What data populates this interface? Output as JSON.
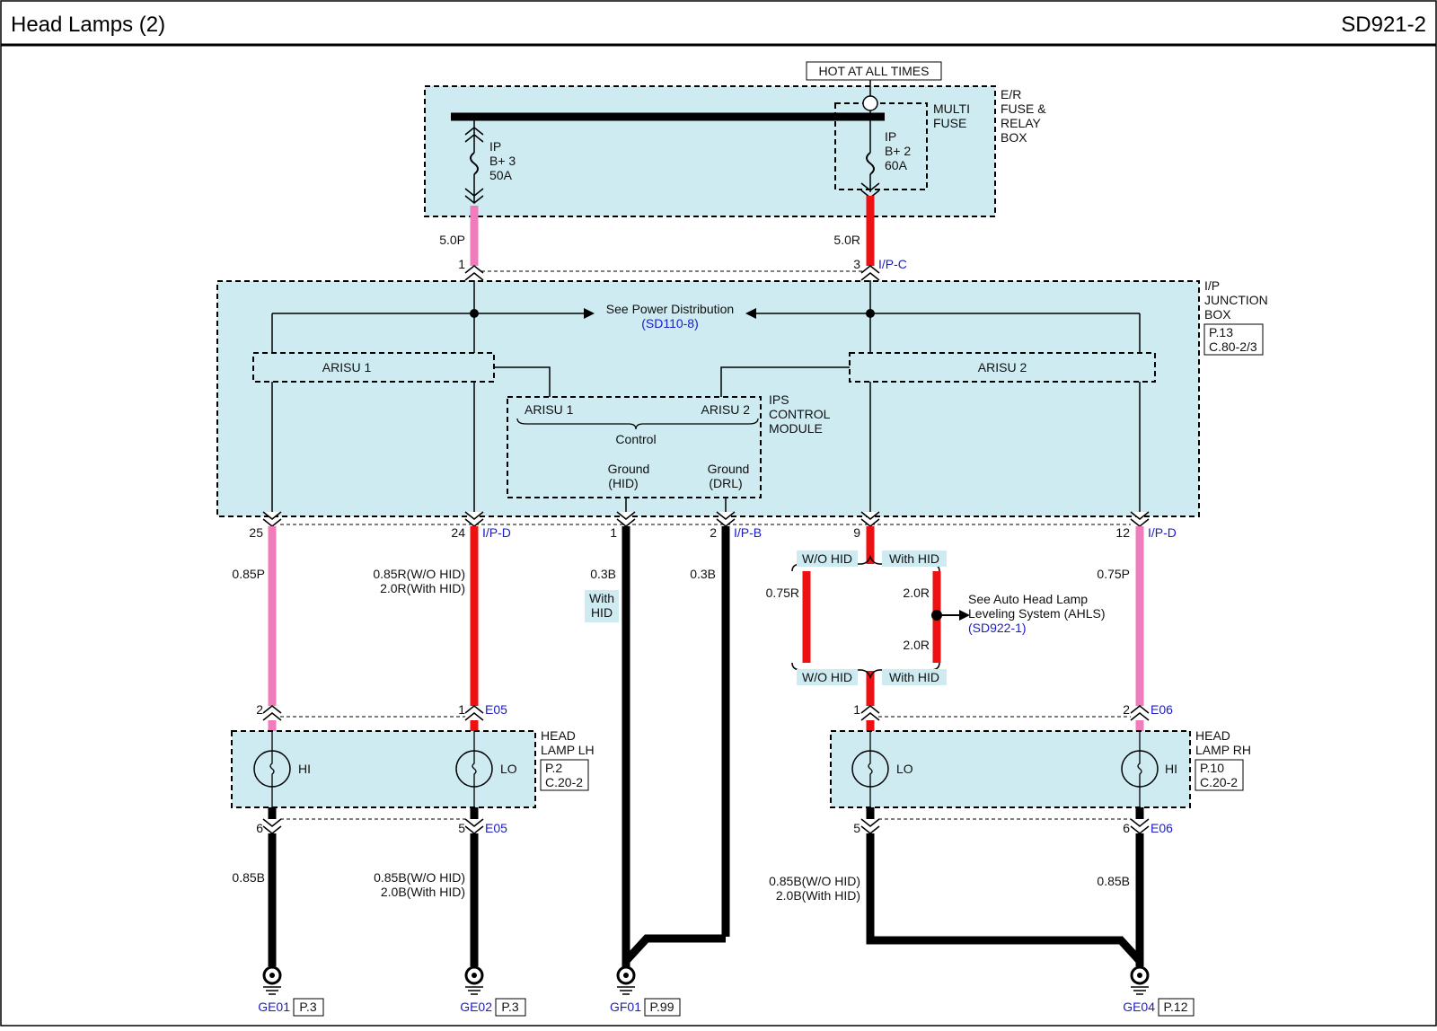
{
  "header": {
    "title": "Head Lamps (2)",
    "code": "SD921-2"
  },
  "hot_label": "HOT AT ALL TIMES",
  "er_box": {
    "label": [
      "E/R",
      "FUSE &",
      "RELAY",
      "BOX"
    ],
    "multi_fuse": [
      "MULTI",
      "FUSE"
    ]
  },
  "fuses": {
    "left": [
      "IP",
      "B+ 3",
      "50A"
    ],
    "right": [
      "IP",
      "B+ 2",
      "60A"
    ]
  },
  "wires_top": {
    "left": "5.0P",
    "right": "5.0R"
  },
  "ipc": {
    "pin_left": "1",
    "pin_right": "3",
    "conn": "I/P-C"
  },
  "junction_box": {
    "label": [
      "I/P",
      "JUNCTION",
      "BOX"
    ],
    "ref": [
      "P.13",
      "C.80-2/3"
    ]
  },
  "power_dist": {
    "text": "See Power Distribution",
    "ref": "(SD110-8)"
  },
  "arisu": {
    "left": "ARISU 1",
    "right": "ARISU 2"
  },
  "ips": {
    "label": [
      "IPS",
      "CONTROL",
      "MODULE"
    ],
    "in_left": "ARISU 1",
    "in_right": "ARISU 2",
    "control": "Control",
    "ground_hid": [
      "Ground",
      "(HID)"
    ],
    "ground_drl": [
      "Ground",
      "(DRL)"
    ]
  },
  "bottom_pins": {
    "p25": "25",
    "p24": "24",
    "conn_ipd_left": "I/P-D",
    "p1": "1",
    "p2": "2",
    "conn_ipb": "I/P-B",
    "p9": "9",
    "p12": "12",
    "conn_ipd_right": "I/P-D"
  },
  "wire_specs": {
    "w085p_left": "0.85P",
    "w24": [
      "0.85R(W/O HID)",
      "2.0R(With HID)"
    ],
    "w03b_left": "0.3B",
    "with_hid_tag": [
      "With",
      "HID"
    ],
    "w03b_right": "0.3B",
    "w075r": "0.75R",
    "w20r_top": "2.0R",
    "w20r_bot": "2.0R",
    "w075p": "0.75P"
  },
  "hid_tags": {
    "wo_top": "W/O HID",
    "with_top": "With HID",
    "wo_bot": "W/O HID",
    "with_bot": "With HID"
  },
  "ahls": {
    "lines": [
      "See Auto Head Lamp",
      "Leveling System (AHLS)"
    ],
    "ref": "(SD922-1)"
  },
  "lamp_pins_top": {
    "lh_hi": "2",
    "lh_lo": "1",
    "conn_lh": "E05",
    "rh_lo": "1",
    "rh_hi": "2",
    "conn_rh": "E06"
  },
  "head_lamp_lh": {
    "label": [
      "HEAD",
      "LAMP LH"
    ],
    "ref": [
      "P.2",
      "C.20-2"
    ],
    "hi": "HI",
    "lo": "LO"
  },
  "head_lamp_rh": {
    "label": [
      "HEAD",
      "LAMP RH"
    ],
    "ref": [
      "P.10",
      "C.20-2"
    ],
    "lo": "LO",
    "hi": "HI"
  },
  "lamp_pins_bot": {
    "lh_hi": "6",
    "lh_lo": "5",
    "conn_lh": "E05",
    "rh_lo": "5",
    "rh_hi": "6",
    "conn_rh": "E06"
  },
  "ground_wires": {
    "lh_hi": "0.85B",
    "lh_lo": [
      "0.85B(W/O HID)",
      "2.0B(With HID)"
    ],
    "rh_lo": [
      "0.85B(W/O HID)",
      "2.0B(With HID)"
    ],
    "rh_hi": "0.85B"
  },
  "grounds": [
    {
      "name": "GE01",
      "ref": "P.3"
    },
    {
      "name": "GE02",
      "ref": "P.3"
    },
    {
      "name": "GF01",
      "ref": "P.99"
    },
    {
      "name": "GE04",
      "ref": "P.12"
    }
  ],
  "colors": {
    "pink": "#f07cbc",
    "red": "#ee1111",
    "black": "#000000",
    "box_fill": "#cdebf1",
    "ref_blue": "#1b1bc8"
  }
}
